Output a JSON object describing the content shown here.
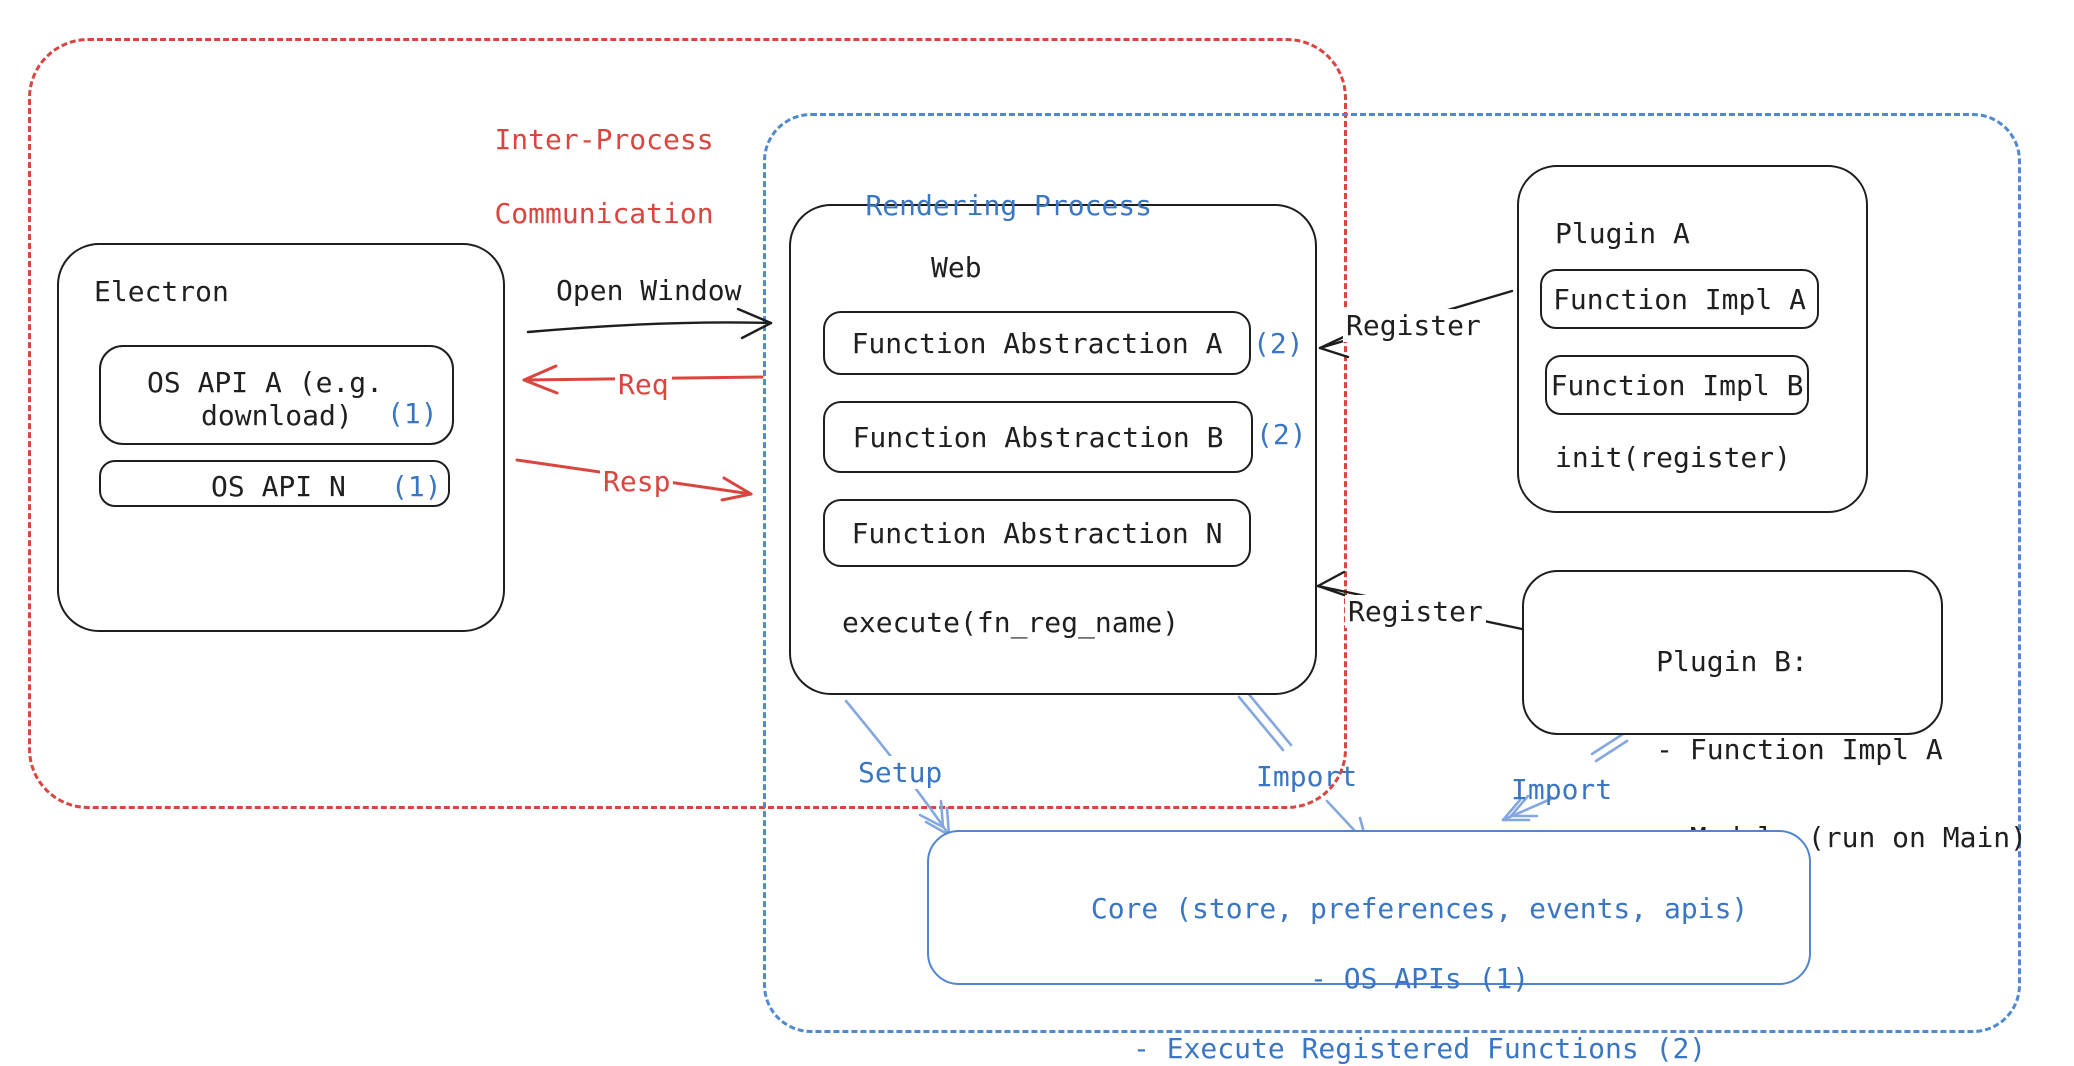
{
  "ipc_region": {
    "label_line1": "Inter-Process",
    "label_line2": "Communication"
  },
  "rendering_region": {
    "label": "Rendering Process"
  },
  "electron": {
    "title": "Electron",
    "os_api_a_line1": "OS API A (e.g.",
    "os_api_a_line2": "download)",
    "os_api_a_badge": "(1)",
    "os_api_n": "OS API N",
    "os_api_n_badge": "(1)"
  },
  "web": {
    "title": "Web",
    "fa_a": "Function Abstraction A",
    "fa_a_badge": "(2)",
    "fa_b": "Function Abstraction B",
    "fa_b_badge": "(2)",
    "fa_n": "Function Abstraction N",
    "execute": "execute(fn_reg_name)"
  },
  "plugin_a": {
    "title": "Plugin A",
    "impl_a": "Function Impl A",
    "impl_b": "Function Impl B",
    "init": "init(register)"
  },
  "plugin_b": {
    "line1": "Plugin B:",
    "line2": "- Function Impl A",
    "line3": "- Module (run on Main)"
  },
  "core": {
    "line1": "Core (store, preferences, events, apis)",
    "line2": "- OS APIs (1)",
    "line3": "- Execute Registered Functions (2)"
  },
  "arrows": {
    "open_window": "Open Window",
    "req": "Req",
    "resp": "Resp",
    "register_top": "Register",
    "register_bottom": "Register",
    "setup": "Setup",
    "import_web": "Import",
    "import_plugin": "Import"
  },
  "colors": {
    "red": "#da453f",
    "blue_text": "#3a76c4",
    "blue_dash": "#5089cf",
    "blue_arrow": "#84a8de",
    "ink": "#1e1e1e"
  }
}
